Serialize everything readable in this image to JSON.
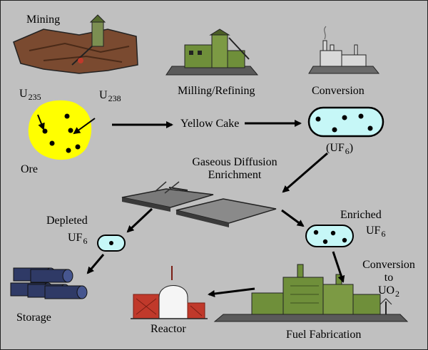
{
  "labels": {
    "mining": "Mining",
    "milling_refining": "Milling/Refining",
    "conversion": "Conversion",
    "u235": {
      "base": "U",
      "sub": "235"
    },
    "u238": {
      "base": "U",
      "sub": "238"
    },
    "ore": "Ore",
    "yellow_cake": "Yellow Cake",
    "uf6": {
      "open": "(UF",
      "sub": "6",
      "close": ")"
    },
    "gaseous_diffusion_line1": "Gaseous Diffusion",
    "gaseous_diffusion_line2": "Enrichment",
    "depleted": "Depleted",
    "depleted_uf6": {
      "base": "UF",
      "sub": "6"
    },
    "enriched": "Enriched",
    "enriched_uf6": {
      "base": "UF",
      "sub": "6"
    },
    "conversion_to_line1": "Conversion",
    "conversion_to_line2": "to",
    "uo2": {
      "base": "UO",
      "sub": "2"
    },
    "storage": "Storage",
    "reactor": "Reactor",
    "fuel_fabrication": "Fuel Fabrication"
  },
  "colors": {
    "background": "#c0c0c0",
    "ore_yellow": "#ffff00",
    "capsule_fill": "#c6f7f7",
    "building_green": "#6f8f3a",
    "rock_brown": "#7a4a30",
    "reactor_red": "#c0392b",
    "storage_blue": "#2f3a66"
  }
}
